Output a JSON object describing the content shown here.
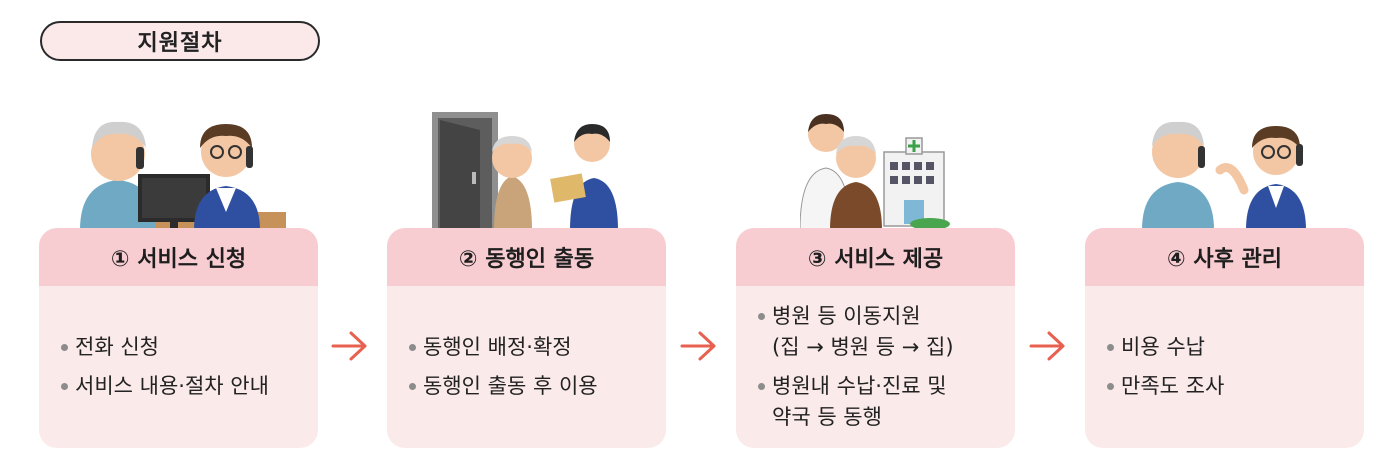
{
  "title": "지원절차",
  "steps": [
    {
      "label": "① 서비스 신청",
      "items": [
        "전화 신청",
        "서비스 내용·절차 안내"
      ]
    },
    {
      "label": "② 동행인 출동",
      "items": [
        "동행인 배정·확정",
        "동행인 출동 후 이용"
      ]
    },
    {
      "label": "③ 서비스 제공",
      "items": [
        "병원 등 이동지원\n(집 → 병원 등 → 집)",
        "병원내 수납·진료 및\n약국 등 동행"
      ]
    },
    {
      "label": "④ 사후 관리",
      "items": [
        "비용 수납",
        "만족도 조사"
      ]
    }
  ],
  "colors": {
    "header": "#f8cdd2",
    "body": "#fbeaea",
    "arrow": "#e8604f",
    "title_bg": "#fbe9ea"
  },
  "illustrations": [
    "phone-call-elder-and-agent-illustration",
    "door-visit-illustration",
    "hospital-escort-illustration",
    "follow-up-call-illustration"
  ]
}
